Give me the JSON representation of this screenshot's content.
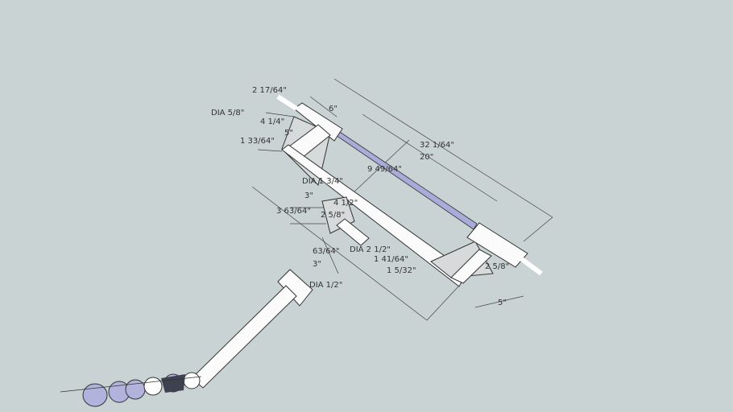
{
  "model": {
    "rod_color": "#a9acd9",
    "background_color": "#c9d3d4",
    "dimensions": [
      {
        "id": "d1",
        "text": "2 17/64\""
      },
      {
        "id": "d2",
        "text": "DIA 5/8\""
      },
      {
        "id": "d3",
        "text": "4 1/4\""
      },
      {
        "id": "d4",
        "text": "5\""
      },
      {
        "id": "d5",
        "text": "1 33/64\""
      },
      {
        "id": "d6",
        "text": "6\""
      },
      {
        "id": "d7",
        "text": "32 1/64\""
      },
      {
        "id": "d8",
        "text": "20\""
      },
      {
        "id": "d9",
        "text": "9 49/64\""
      },
      {
        "id": "d10",
        "text": "DIA 1 3/4\""
      },
      {
        "id": "d11",
        "text": "3\""
      },
      {
        "id": "d12",
        "text": "4 1/2\""
      },
      {
        "id": "d13",
        "text": "3 63/64\""
      },
      {
        "id": "d14",
        "text": "2 5/8\""
      },
      {
        "id": "d15",
        "text": "63/64\""
      },
      {
        "id": "d16",
        "text": "DIA 2 1/2\""
      },
      {
        "id": "d17",
        "text": "1 41/64\""
      },
      {
        "id": "d18",
        "text": "1 5/32\""
      },
      {
        "id": "d19",
        "text": "3\""
      },
      {
        "id": "d20",
        "text": "DIA 1/2\""
      },
      {
        "id": "d21",
        "text": "2 5/8\""
      },
      {
        "id": "d22",
        "text": "5\""
      }
    ]
  }
}
